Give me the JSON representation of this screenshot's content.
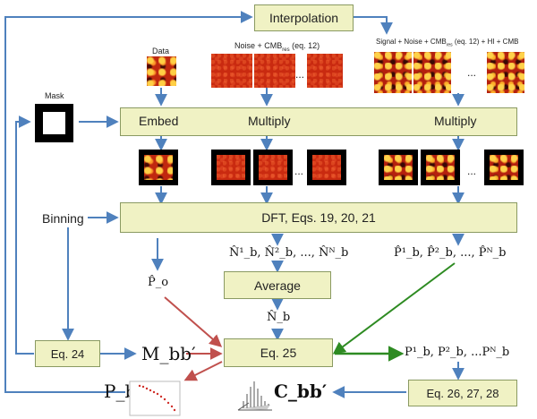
{
  "labels": {
    "interpolation": "Interpolation",
    "data": "Data",
    "noise_cmb": "Noise + CMB",
    "noise_cmb_sub": "res",
    "noise_cmb_eq": " (eq. 12)",
    "signal_hi": "Signal + Noise + CMB",
    "signal_hi_sub": "res",
    "signal_hi_eq": " (eq. 12) + HI + CMB",
    "mask": "Mask",
    "embed": "Embed",
    "multiply_1": "Multiply",
    "multiply_2": "Multiply",
    "binning": "Binning",
    "dft": "DFT, Eqs. 19, 20, 21",
    "average": "Average",
    "eq24": "Eq. 24",
    "eq25": "Eq. 25",
    "eq262728": "Eq. 26, 27, 28",
    "ellipsis": "..."
  },
  "math": {
    "n_hat_series": "N̂¹_b, N̂²_b, ..., N̂ᴺ_b",
    "p_hat_series": "P̂¹_b, P̂²_b, ..., P̂ᴺ_b",
    "p_hat_o": "P̂_o",
    "n_hat_b": "N̂_b",
    "m_bb": "M_bb′",
    "p_b_series": "P¹_b, P²_b, ...Pᴺ_b",
    "p_b": "P_b",
    "c_bb": "C_bb′"
  },
  "colors": {
    "box_fill": "#f0f2c4",
    "box_border": "#8a9a62",
    "arrow_blue": "#4f81bd",
    "arrow_red": "#c0504d",
    "arrow_green": "#2e8b22"
  },
  "icons": {
    "mask": "mask-icon",
    "pb_plot": "power-spectrum-plot-icon",
    "cbb_plot": "covariance-surface-plot-icon"
  }
}
